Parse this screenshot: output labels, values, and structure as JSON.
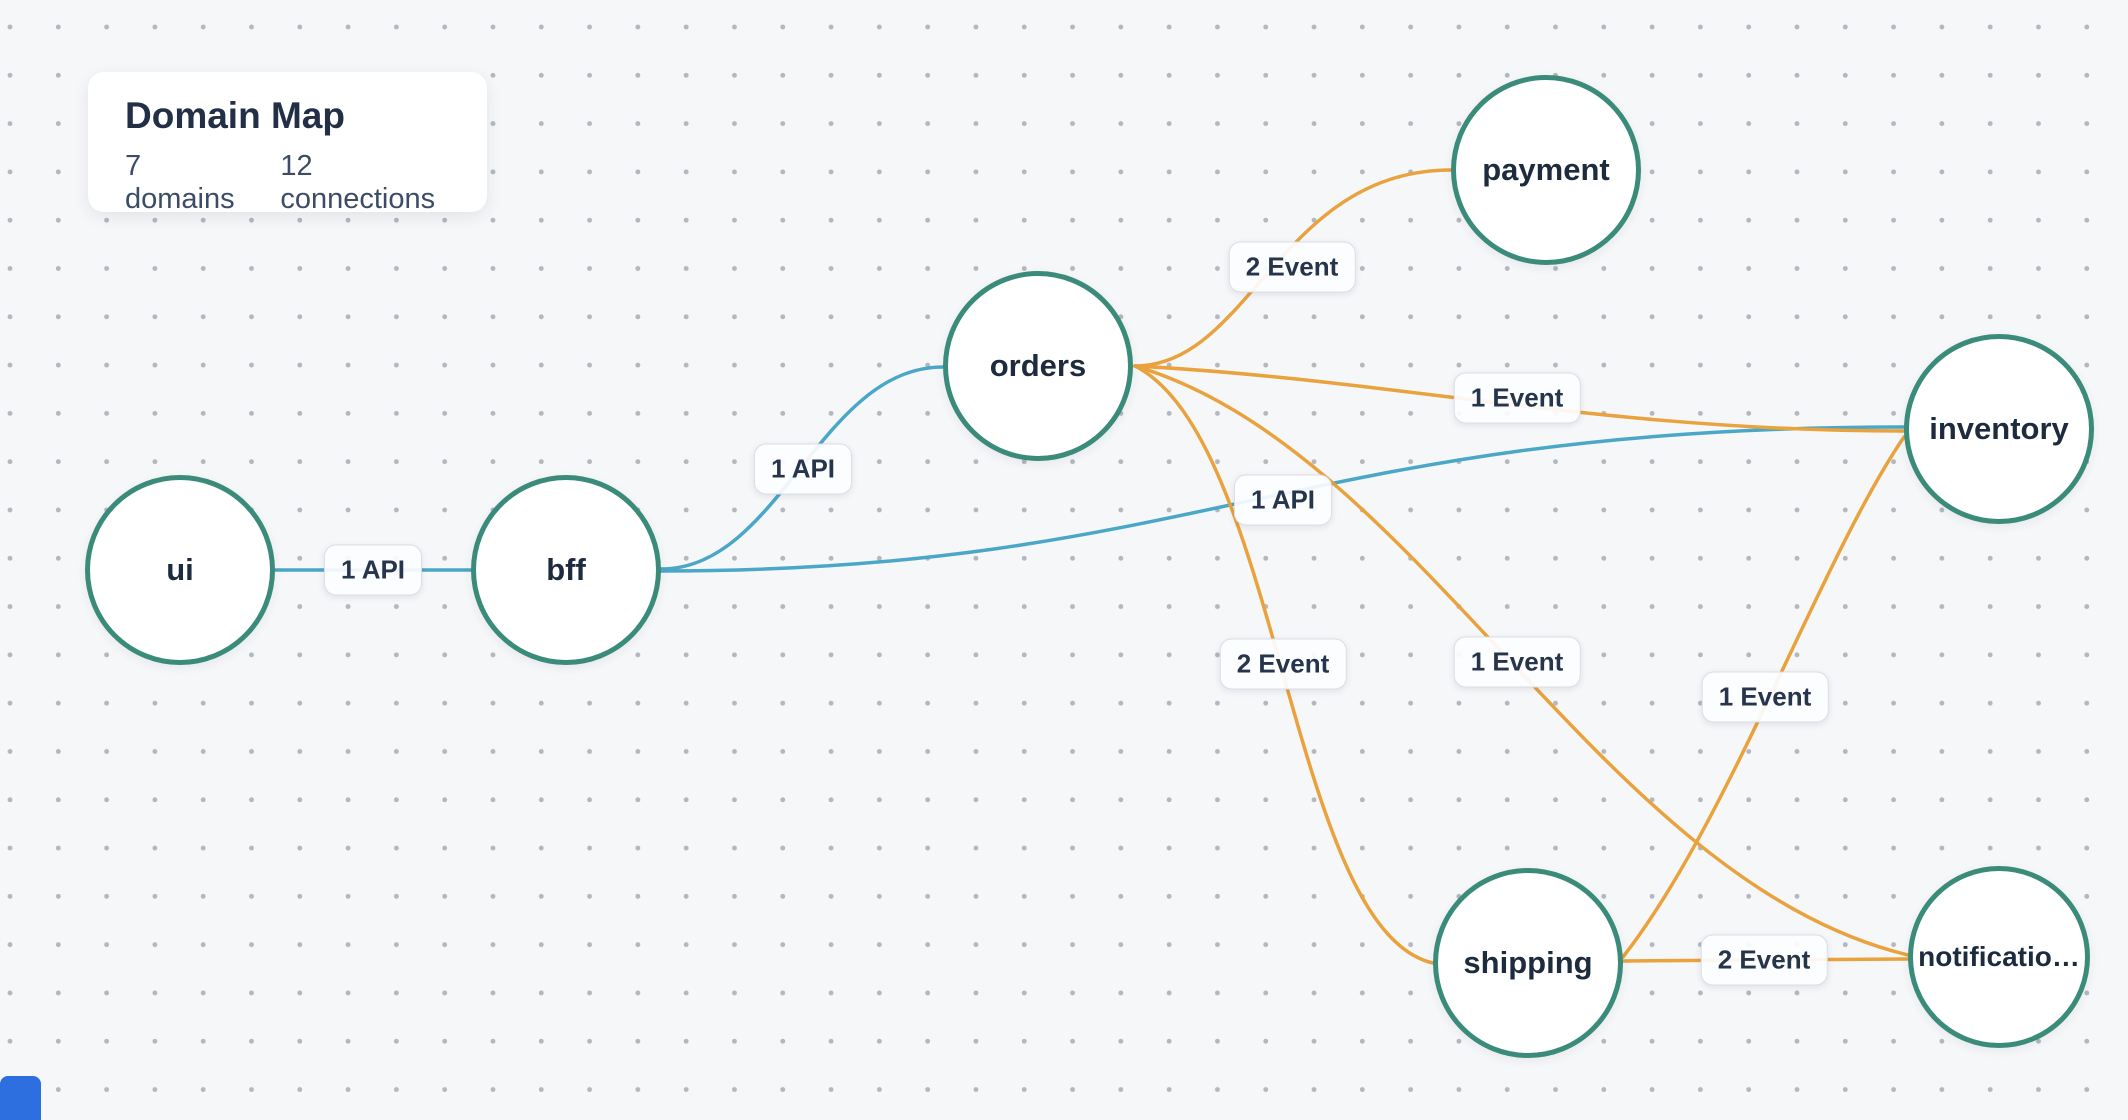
{
  "panel": {
    "title": "Domain Map",
    "domains_count": "7 domains",
    "connections_count": "12 connections"
  },
  "nodes": [
    {
      "id": "ui",
      "label": "ui"
    },
    {
      "id": "bff",
      "label": "bff"
    },
    {
      "id": "orders",
      "label": "orders"
    },
    {
      "id": "payment",
      "label": "payment"
    },
    {
      "id": "inventory",
      "label": "inventory"
    },
    {
      "id": "shipping",
      "label": "shipping"
    },
    {
      "id": "notification",
      "label": "notificatio…"
    }
  ],
  "edges": [
    {
      "from": "ui",
      "to": "bff",
      "type": "api",
      "label": "1 API"
    },
    {
      "from": "bff",
      "to": "orders",
      "type": "api",
      "label": "1 API"
    },
    {
      "from": "bff",
      "to": "inventory",
      "type": "api",
      "label": "1 API"
    },
    {
      "from": "orders",
      "to": "payment",
      "type": "event",
      "label": "2 Event"
    },
    {
      "from": "orders",
      "to": "inventory",
      "type": "event",
      "label": "1 Event"
    },
    {
      "from": "orders",
      "to": "shipping",
      "type": "event",
      "label": "2 Event"
    },
    {
      "from": "orders",
      "to": "notification",
      "type": "event",
      "label": "1 Event"
    },
    {
      "from": "inventory",
      "to": "shipping",
      "type": "event",
      "label": "1 Event"
    },
    {
      "from": "shipping",
      "to": "notification",
      "type": "event",
      "label": "2 Event"
    }
  ],
  "colors": {
    "background": "#f6f7f9",
    "grid_dot": "#b3b7c0",
    "node_border": "#3b8b7b",
    "node_fill": "#ffffff",
    "text": "#1e2b3e",
    "api_edge": "#4ba7c7",
    "event_edge": "#e9a23d",
    "corner_widget": "#2e6fe0"
  }
}
